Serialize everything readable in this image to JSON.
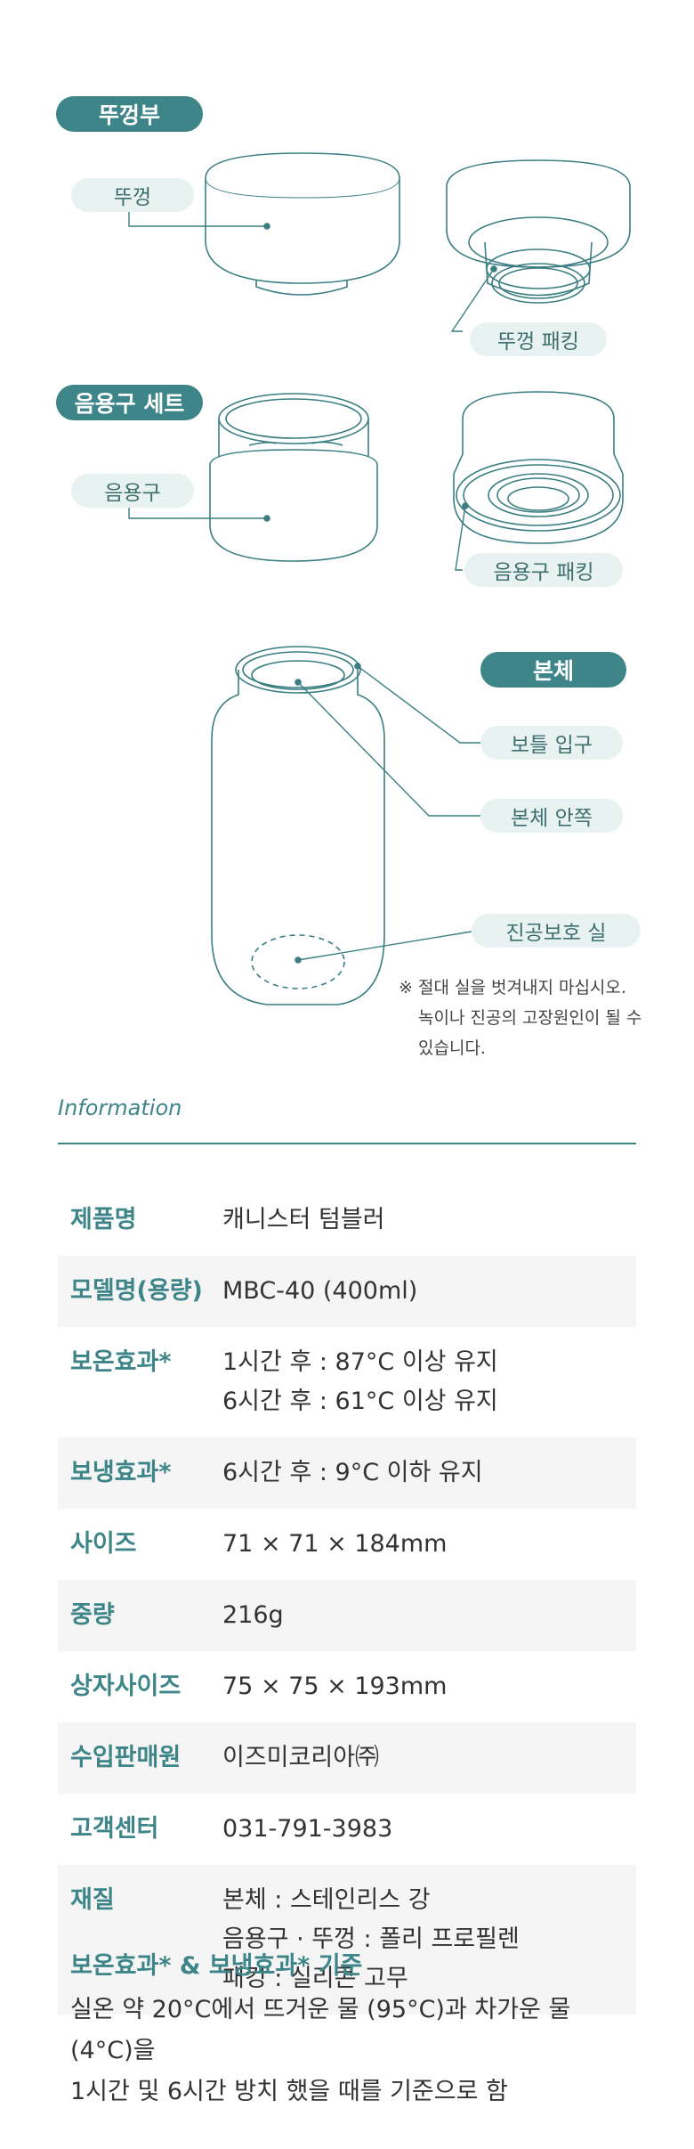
{
  "sections": {
    "lid_part": "뚜껑부",
    "mouthpiece_set": "음용구 세트",
    "body": "본체"
  },
  "part_labels": {
    "lid": "뚜껑",
    "lid_packing": "뚜껑 패킹",
    "mouthpiece": "음용구",
    "mouthpiece_packing": "음용구 패킹",
    "bottle_mouth": "보틀 입구",
    "body_inside": "본체 안쪽",
    "vacuum_seal": "진공보호 실"
  },
  "note": {
    "mark": "※",
    "lines": [
      "절대 실을 벗겨내지 마십시오.",
      "녹이나 진공의 고장원인이 될 수",
      "있습니다."
    ]
  },
  "information": {
    "title": "Information",
    "rows": [
      {
        "key": "제품명",
        "values": [
          "캐니스터 텀블러"
        ]
      },
      {
        "key": "모델명(용량)",
        "values": [
          "MBC-40 (400ml)"
        ]
      },
      {
        "key": "보온효과*",
        "values": [
          "1시간 후 : 87°C 이상 유지",
          "6시간 후 : 61°C 이상 유지"
        ]
      },
      {
        "key": "보냉효과*",
        "values": [
          "6시간 후 : 9°C 이하 유지"
        ]
      },
      {
        "key": "사이즈",
        "values": [
          "71 × 71 × 184mm"
        ]
      },
      {
        "key": "중량",
        "values": [
          "216g"
        ]
      },
      {
        "key": "상자사이즈",
        "values": [
          "75 × 75 × 193mm"
        ]
      },
      {
        "key": "수입판매원",
        "values": [
          "이즈미코리아㈜"
        ]
      },
      {
        "key": "고객센터",
        "values": [
          "031-791-3983"
        ]
      },
      {
        "key": "재질",
        "values": [
          "본체 : 스테인리스 강",
          "음용구 · 뚜껑 : 폴리 프로필렌",
          "패킹 : 실리콘 고무"
        ]
      }
    ]
  },
  "footnote": {
    "title": "보온효과* & 보냉효과* 기준",
    "lines": [
      "실온 약 20°C에서 뜨거운 물 (95°C)과 차가운 물 (4°C)을",
      "1시간 및 6시간 방치 했을 때를 기준으로 함"
    ]
  },
  "colors": {
    "accent": "#3d8588",
    "line": "#3a7e82",
    "pill_bg": "#e8f2f1"
  }
}
